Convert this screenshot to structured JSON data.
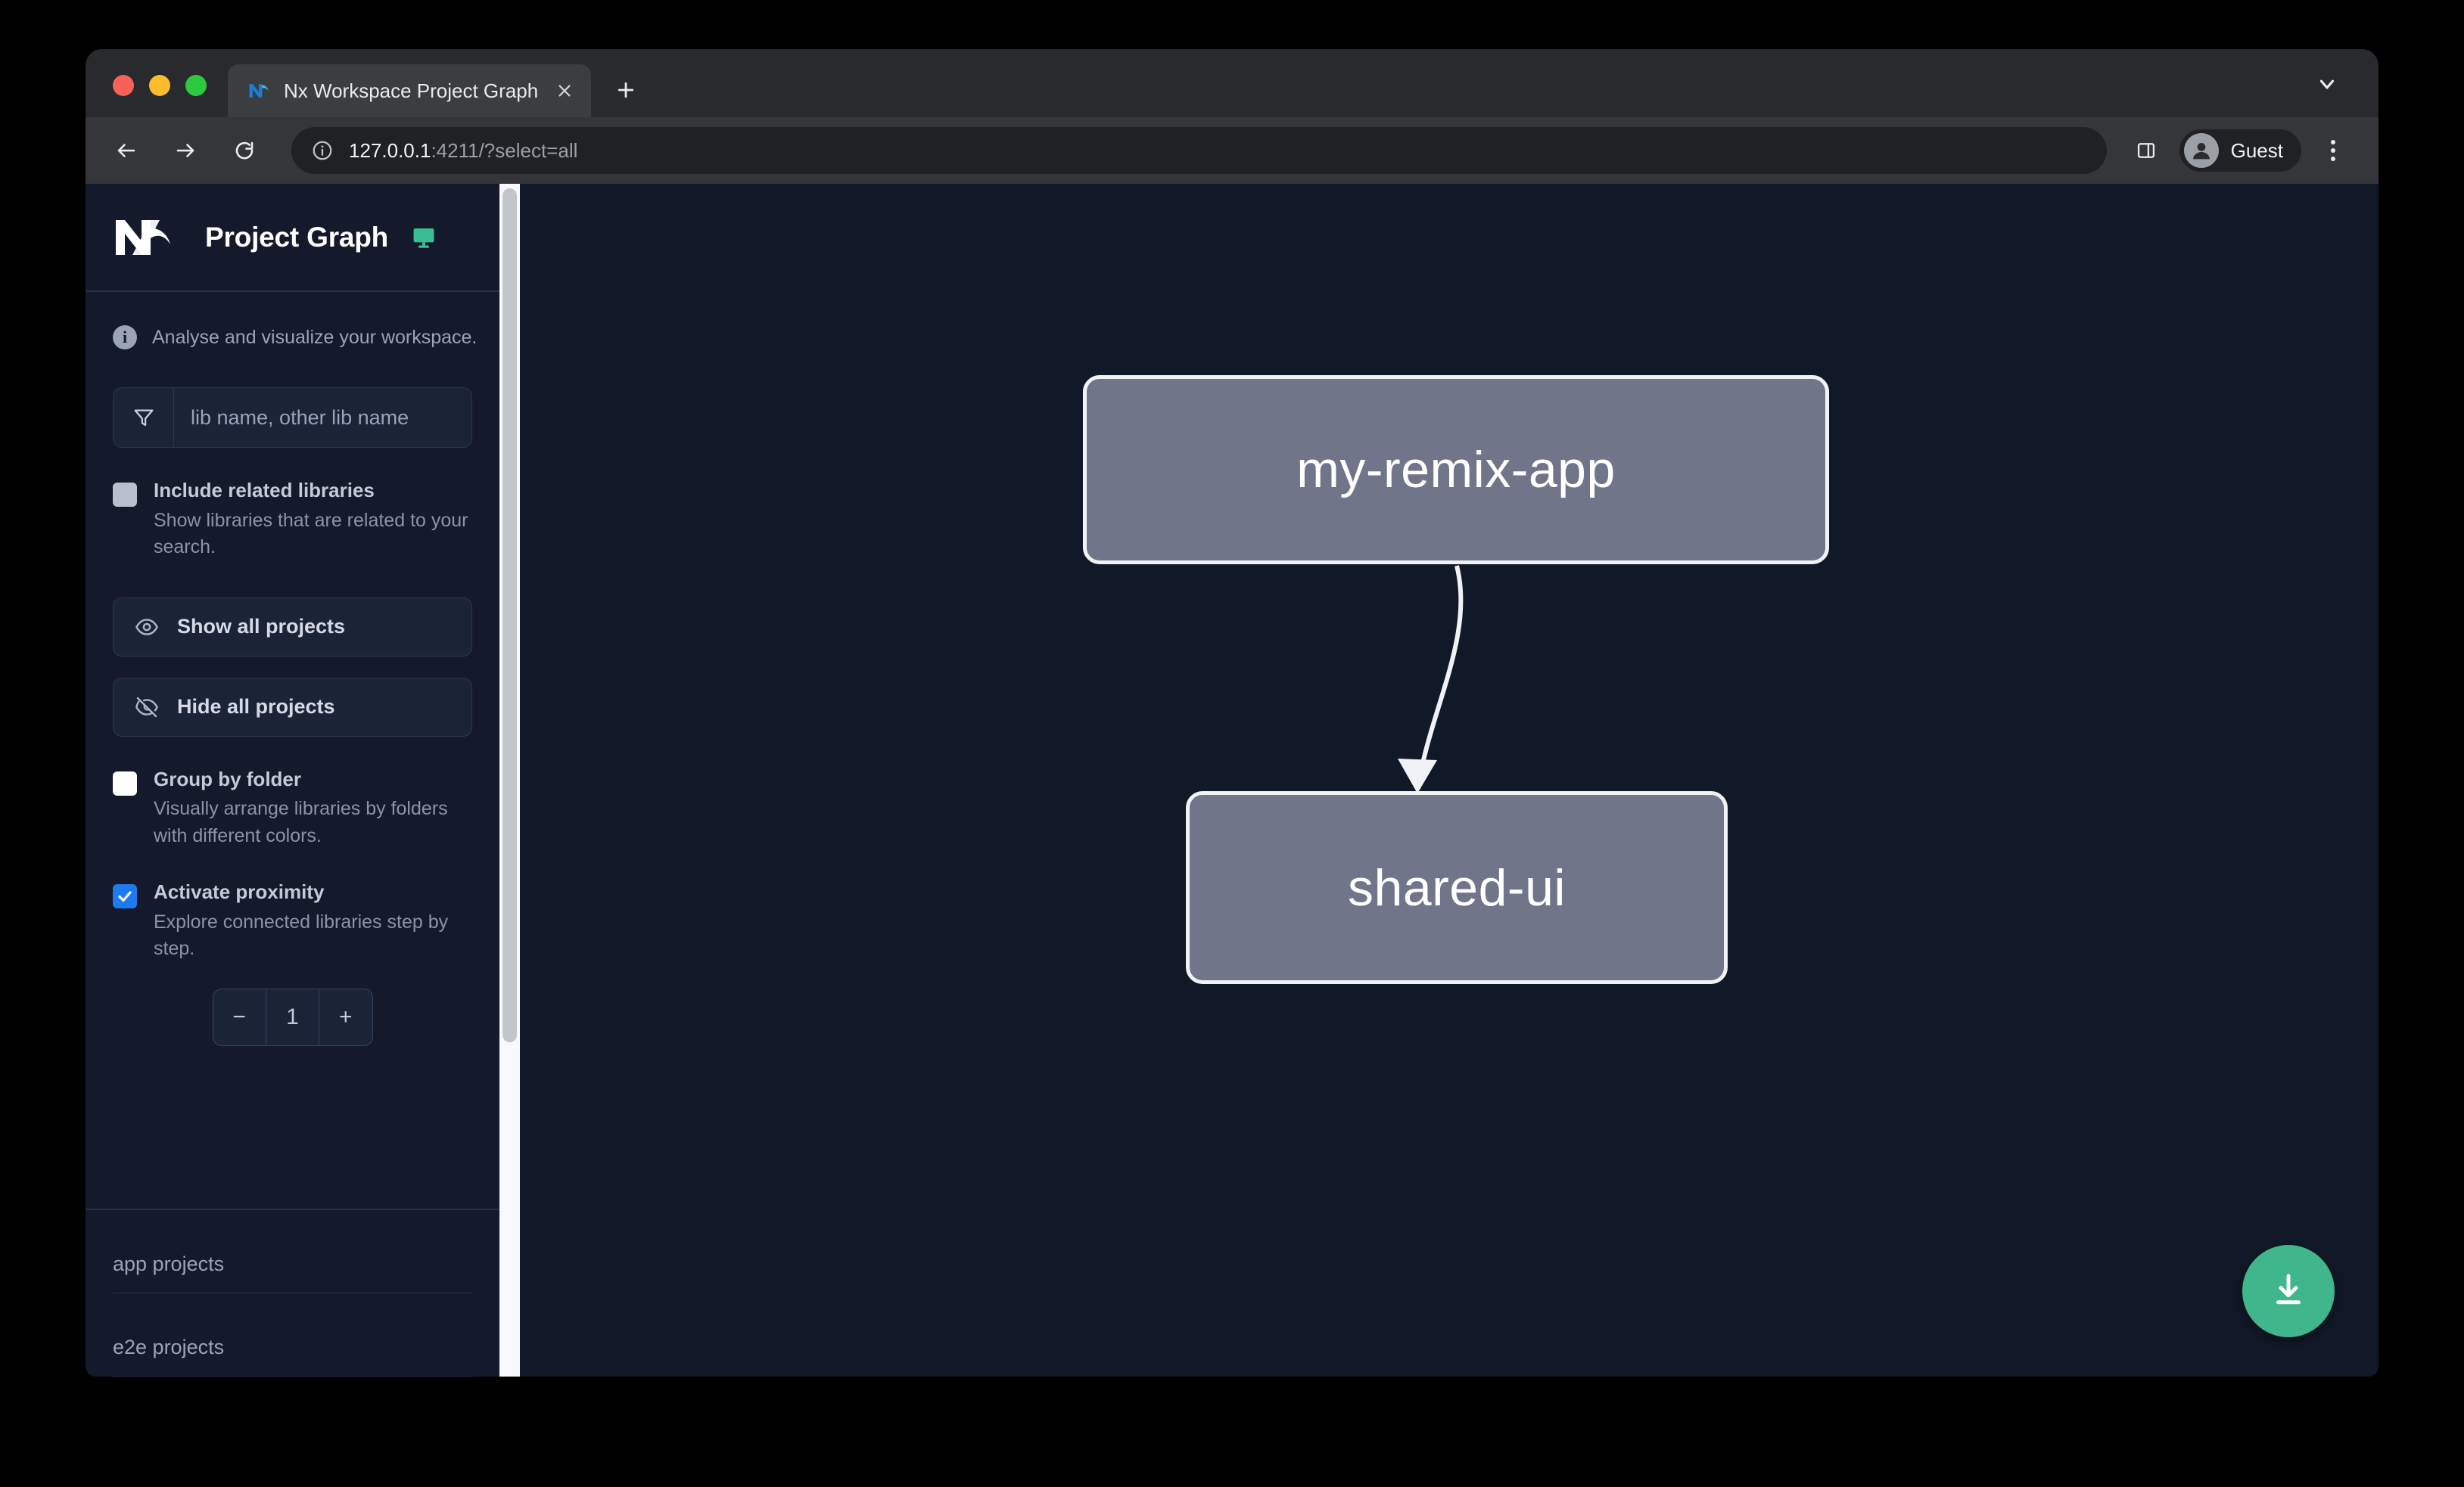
{
  "browser": {
    "tab": {
      "title": "Nx Workspace Project Graph",
      "favicon_icon": "nx-favicon",
      "close_icon": "close-icon"
    },
    "new_tab_label": "+",
    "tabstrip_chevron_icon": "chevron-down-icon",
    "toolbar": {
      "back_icon": "back-arrow-icon",
      "forward_icon": "forward-arrow-icon",
      "reload_icon": "reload-icon",
      "site_info_icon": "info-circle-icon",
      "url_host": "127.0.0.1",
      "url_rest": ":4211/?select=all",
      "side_panel_icon": "side-panel-icon",
      "profile_name": "Guest",
      "profile_avatar_icon": "person-icon",
      "menu_icon": "kebab-menu-icon"
    },
    "window_controls": {
      "close_label": "close",
      "minimize_label": "minimize",
      "zoom_label": "zoom"
    }
  },
  "sidebar": {
    "logo_icon": "nx-logo-icon",
    "title": "Project Graph",
    "monitor_icon": "monitor-icon",
    "info_icon": "info-icon",
    "info_text": "Analyse and visualize your workspace.",
    "filter": {
      "icon": "filter-funnel-icon",
      "placeholder": "lib name, other lib name",
      "value": ""
    },
    "options": [
      {
        "id": "include-related-libraries",
        "label": "Include related libraries",
        "description": "Show libraries that are related to your search.",
        "checked": false,
        "checkbox_style": "gray"
      },
      {
        "id": "group-by-folder",
        "label": "Group by folder",
        "description": "Visually arrange libraries by folders with different colors.",
        "checked": false,
        "checkbox_style": "white"
      },
      {
        "id": "activate-proximity",
        "label": "Activate proximity",
        "description": "Explore connected libraries step by step.",
        "checked": true,
        "checkbox_style": "blue"
      }
    ],
    "buttons": [
      {
        "id": "show-all-projects",
        "label": "Show all projects",
        "icon": "eye-icon"
      },
      {
        "id": "hide-all-projects",
        "label": "Hide all projects",
        "icon": "eye-off-icon"
      }
    ],
    "stepper": {
      "decrement_label": "−",
      "value": "1",
      "increment_label": "+"
    },
    "sections": [
      {
        "id": "app-projects",
        "label": "app projects"
      },
      {
        "id": "e2e-projects",
        "label": "e2e projects"
      }
    ],
    "scrollbar": {
      "orientation": "vertical"
    }
  },
  "graph": {
    "nodes": [
      {
        "id": "my-remix-app",
        "label": "my-remix-app"
      },
      {
        "id": "shared-ui",
        "label": "shared-ui"
      }
    ],
    "edges": [
      {
        "from": "my-remix-app",
        "to": "shared-ui"
      }
    ],
    "download_button": {
      "icon": "download-icon",
      "label": "Download graph"
    }
  },
  "colors": {
    "accent_green": "#3fb68b",
    "checkbox_blue": "#1d7bf2",
    "node_fill": "#71758a",
    "node_border": "#f1f2f6",
    "canvas_bg": "#111827",
    "sidebar_bg": "#141a2b"
  }
}
